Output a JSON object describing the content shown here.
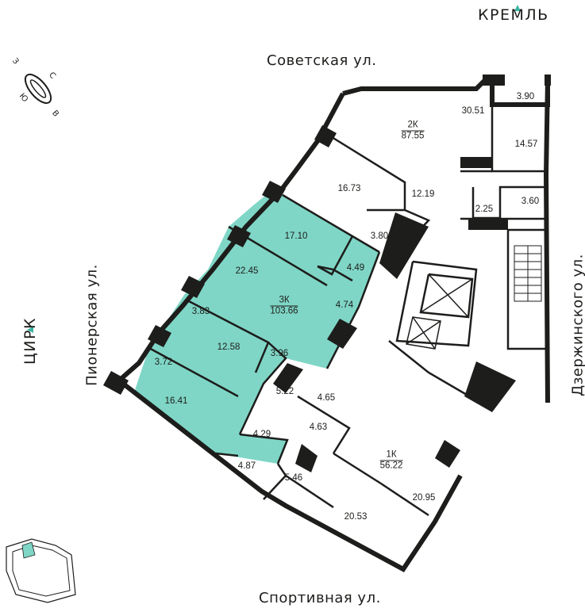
{
  "streets": {
    "north": "Советская ул.",
    "south": "Спортивная ул.",
    "west": "Пионерская ул.",
    "east": "Дзержинского ул."
  },
  "landmarks": {
    "top": "КРЕМЛЬ",
    "left": "ЦИРК"
  },
  "compass": {
    "letters": [
      "З",
      "С",
      "Ю",
      "В"
    ]
  },
  "colors": {
    "highlight": "#7fd6c6",
    "wall": "#1d1d1b",
    "accent": "#3ab5a4"
  },
  "apartments": [
    {
      "code": "2К",
      "area": "87.55"
    },
    {
      "code": "3К",
      "area": "103.66"
    },
    {
      "code": "1К",
      "area": "56.22"
    }
  ],
  "rooms": {
    "apt2": [
      "30.51",
      "3.90",
      "14.57",
      "16.73",
      "12.19",
      "2.25",
      "3.60",
      "3.80"
    ],
    "apt3": [
      "17.10",
      "22.45",
      "4.49",
      "4.74",
      "3.83",
      "12.58",
      "3.96",
      "3.72",
      "16.41",
      "5.22",
      "4.29",
      "4.87"
    ],
    "apt1": [
      "4.65",
      "4.63",
      "5.46",
      "20.95",
      "20.53"
    ]
  }
}
